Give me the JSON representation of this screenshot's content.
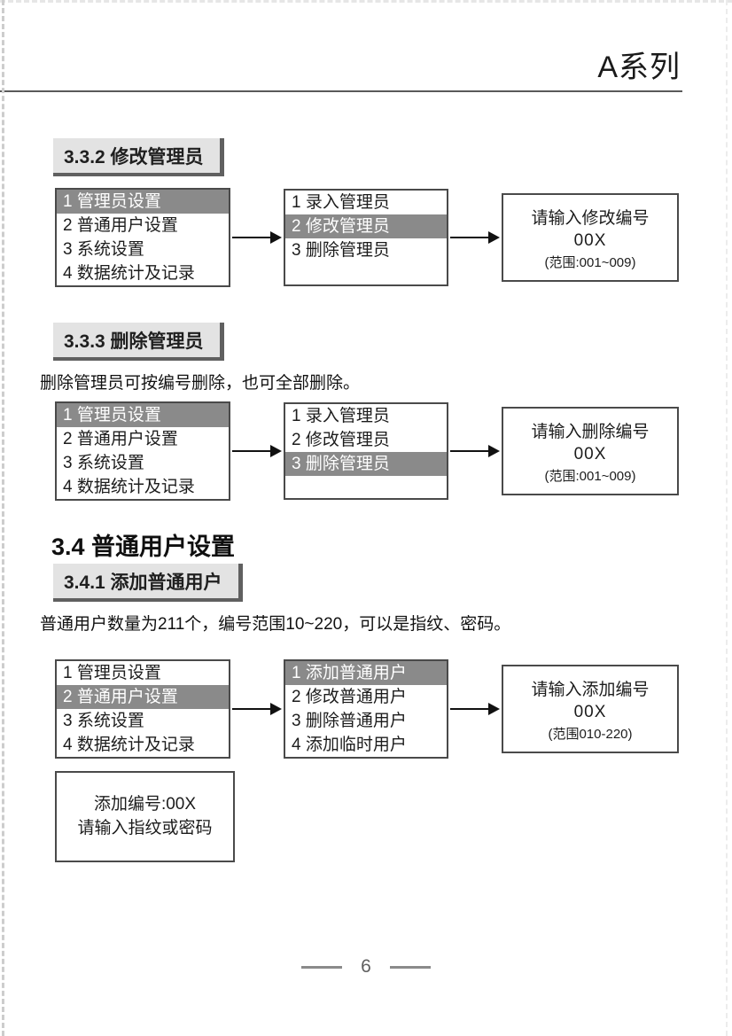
{
  "colors": {
    "highlight": "#8a8a8a",
    "tab_background": "#e3e3e3",
    "box_border": "#4a4a4a",
    "header_rule": "#5a5a5a"
  },
  "header": {
    "series_label": "A系列"
  },
  "sections": {
    "modify_admin": {
      "heading": "3.3.2 修改管理员"
    },
    "delete_admin": {
      "heading": "3.3.3 删除管理员",
      "body": "删除管理员可按编号删除，也可全部删除。"
    },
    "user_settings": {
      "heading": "3.4 普通用户设置"
    },
    "add_user": {
      "heading": "3.4.1 添加普通用户",
      "body": "普通用户数量为211个，编号范围10~220，可以是指纹、密码。"
    }
  },
  "diagrams": [
    {
      "name": "modify-admin-flow",
      "left_menu": {
        "items": [
          "1 管理员设置",
          "2 普通用户设置",
          "3 系统设置",
          "4 数据统计及记录"
        ],
        "highlighted_index": 0
      },
      "mid_menu": {
        "items": [
          "1 录入管理员",
          "2 修改管理员",
          "3 删除管理员"
        ],
        "highlighted_index": 1
      },
      "prompt": {
        "line1": "请输入修改编号",
        "line2": "00X",
        "line3": "(范围:001~009)"
      }
    },
    {
      "name": "delete-admin-flow",
      "left_menu": {
        "items": [
          "1 管理员设置",
          "2 普通用户设置",
          "3 系统设置",
          "4 数据统计及记录"
        ],
        "highlighted_index": 0
      },
      "mid_menu": {
        "items": [
          "1 录入管理员",
          "2 修改管理员",
          "3 删除管理员"
        ],
        "highlighted_index": 2
      },
      "prompt": {
        "line1": "请输入删除编号",
        "line2": "00X",
        "line3": "(范围:001~009)"
      }
    },
    {
      "name": "add-user-flow",
      "left_menu": {
        "items": [
          "1 管理员设置",
          "2 普通用户设置",
          "3 系统设置",
          "4 数据统计及记录"
        ],
        "highlighted_index": 1
      },
      "mid_menu": {
        "items": [
          "1 添加普通用户",
          "2 修改普通用户",
          "3 删除普通用户",
          "4 添加临时用户"
        ],
        "highlighted_index": 0
      },
      "prompt": {
        "line1": "请输入添加编号",
        "line2": "00X",
        "line3": "(范围010-220)"
      }
    }
  ],
  "note_box": {
    "line1": "添加编号:00X",
    "line2": "请输入指纹或密码"
  },
  "footer": {
    "page_number": "6"
  }
}
